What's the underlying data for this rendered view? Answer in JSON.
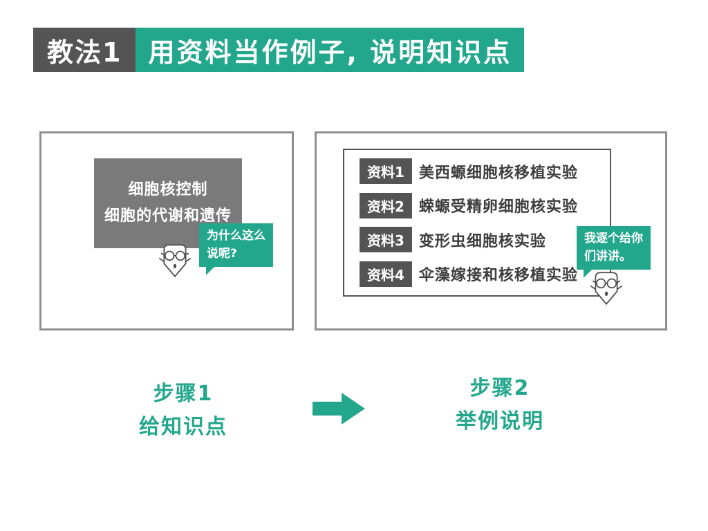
{
  "colors": {
    "teal": "#23a78c",
    "dark": "#545454",
    "knowledge_gray": "#7a7a7a",
    "label_dark": "#3e3e3e",
    "panel_border": "#8f8f8f"
  },
  "header": {
    "method": "教法1",
    "title": "用资料当作例子, 说明知识点"
  },
  "left_panel": {
    "knowledge_box": {
      "line1": "细胞核控制",
      "line2": "细胞的代谢和遗传"
    },
    "bubble": {
      "line1": "为什么这么",
      "line2": "说呢?"
    }
  },
  "right_panel": {
    "items": [
      {
        "badge": "资料1",
        "text": "美西螈细胞核移植实验"
      },
      {
        "badge": "资料2",
        "text": "蝾螈受精卵细胞核实验"
      },
      {
        "badge": "资料3",
        "text": "变形虫细胞核实验"
      },
      {
        "badge": "资料4",
        "text": "伞藻嫁接和核移植实验"
      }
    ],
    "bubble": {
      "line1": "我逐个给你",
      "line2": "们讲讲。"
    }
  },
  "steps": {
    "step1": {
      "line1": "步骤1",
      "line2": "给知识点"
    },
    "step2": {
      "line1": "步骤2",
      "line2": "举例说明"
    }
  }
}
